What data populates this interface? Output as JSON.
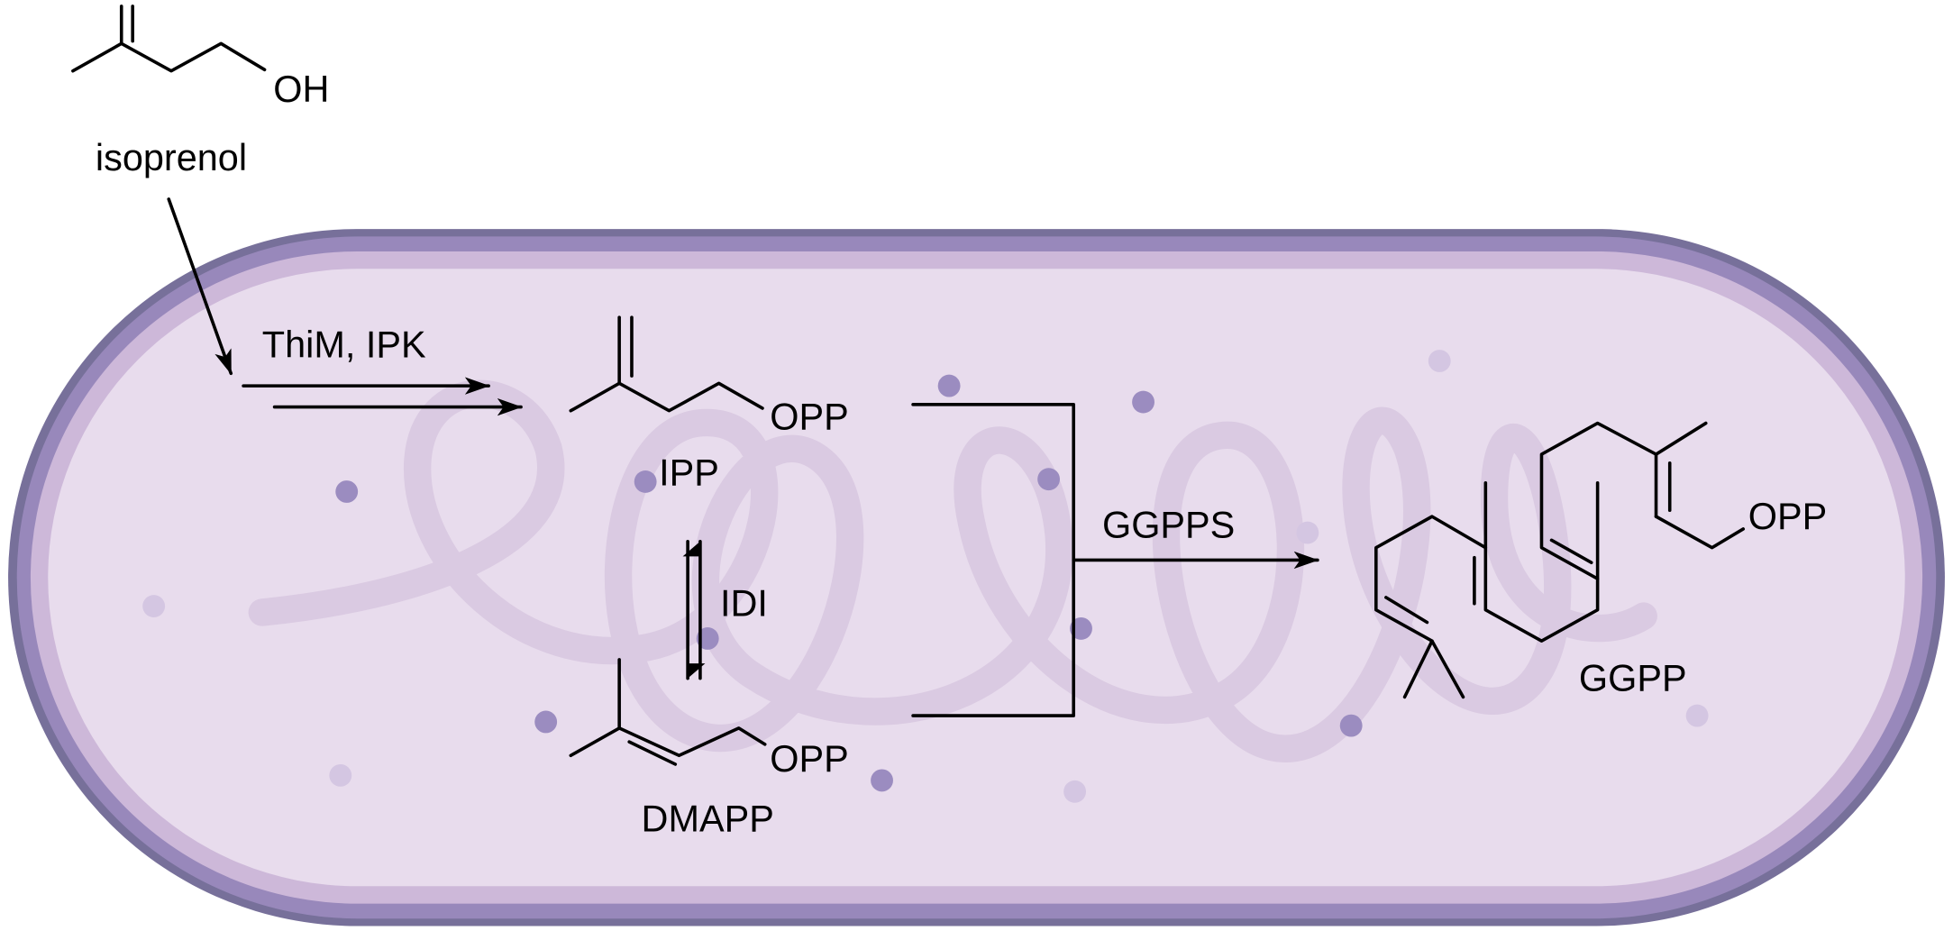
{
  "title": "Isoprenol to GGPP pathway in a bacterial cell",
  "colors": {
    "membrane_outer": "#77709a",
    "membrane_mid": "#9888bb",
    "membrane_inner": "#cdb8d9",
    "cytoplasm": "#e8dced",
    "dna": "#d8c8e0",
    "ribosome_dark": "#9b8cc0",
    "ribosome_light": "#d4c6e2"
  },
  "molecules": {
    "isoprenol": {
      "name": "isoprenol",
      "group": "OH"
    },
    "ipp": {
      "name": "IPP",
      "group": "OPP"
    },
    "dmapp": {
      "name": "DMAPP",
      "group": "OPP"
    },
    "ggpp": {
      "name": "GGPP",
      "group": "OPP"
    }
  },
  "enzymes": {
    "kinases": "ThiM, IPK",
    "isomerase": "IDI",
    "synthase": "GGPPS"
  }
}
